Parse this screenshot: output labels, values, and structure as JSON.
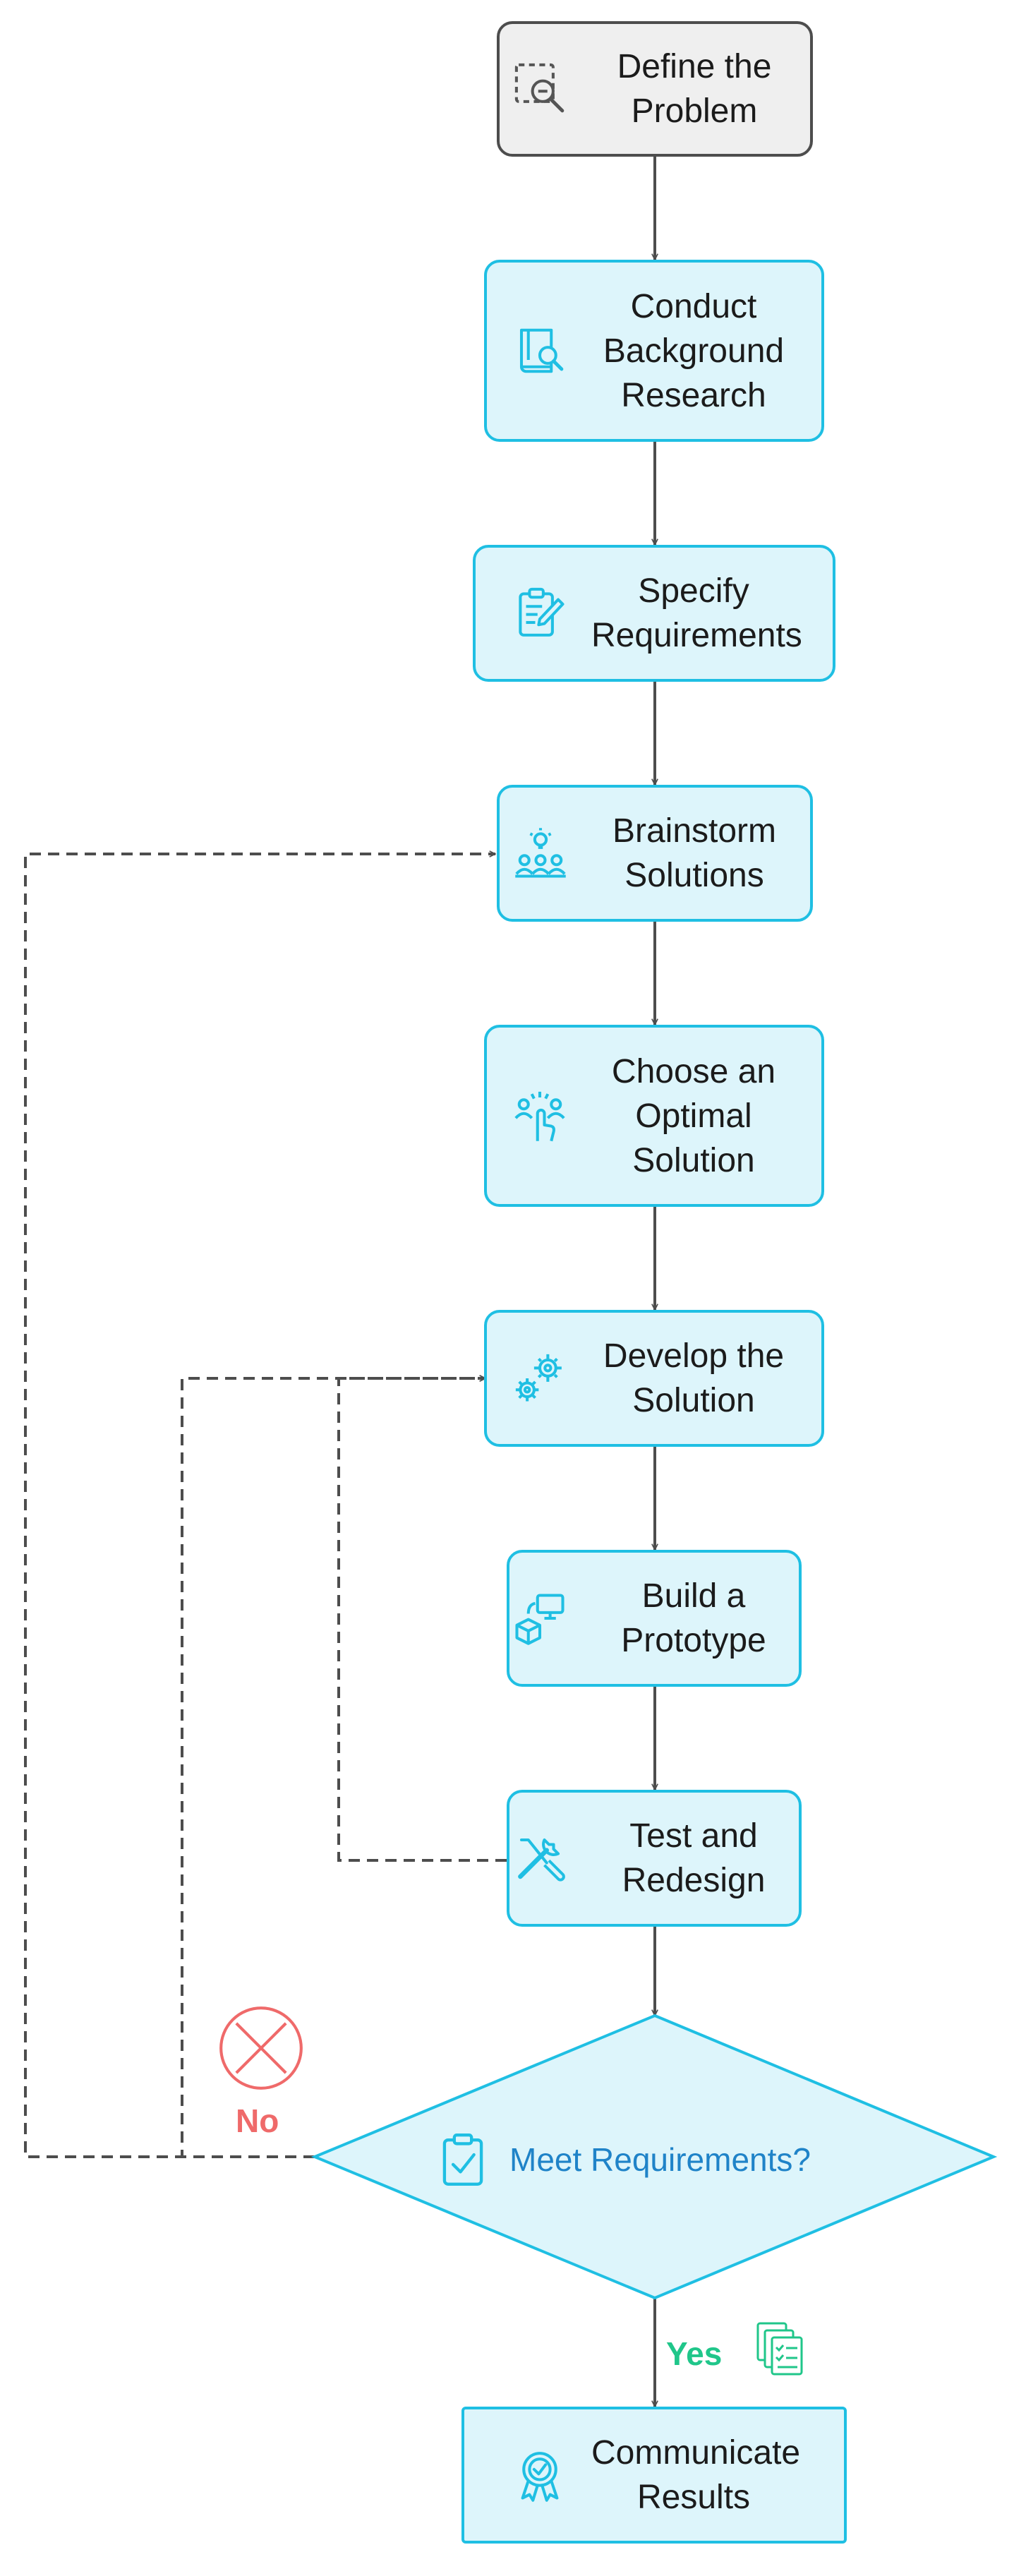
{
  "nodes": {
    "define_problem": "Define the Problem",
    "background_research": "Conduct Background Research",
    "specify_requirements": "Specify Requirements",
    "brainstorm": "Brainstorm Solutions",
    "choose_solution": "Choose an Optimal Solution",
    "develop_solution": "Develop the Solution",
    "build_prototype": "Build a Prototype",
    "test_redesign": "Test and Redesign",
    "communicate_results": "Communicate Results"
  },
  "decision": {
    "question": "Meet Requirements?"
  },
  "branches": {
    "no": "No",
    "yes": "Yes"
  },
  "colors": {
    "node_fill": "#ddf5fb",
    "node_border": "#1fbfe3",
    "start_fill": "#efefef",
    "start_border": "#4d4d4d",
    "edge": "#4d4d4d",
    "decision_text": "#1f83c8",
    "no": "#ef6a6a",
    "yes": "#20c68a"
  }
}
